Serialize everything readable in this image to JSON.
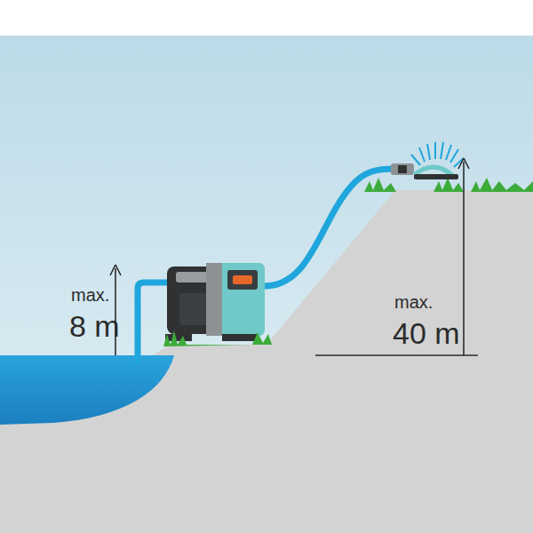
{
  "diagram": {
    "labels": [
      "max.",
      "8 m",
      "max.",
      "40 m"
    ]
  }
}
